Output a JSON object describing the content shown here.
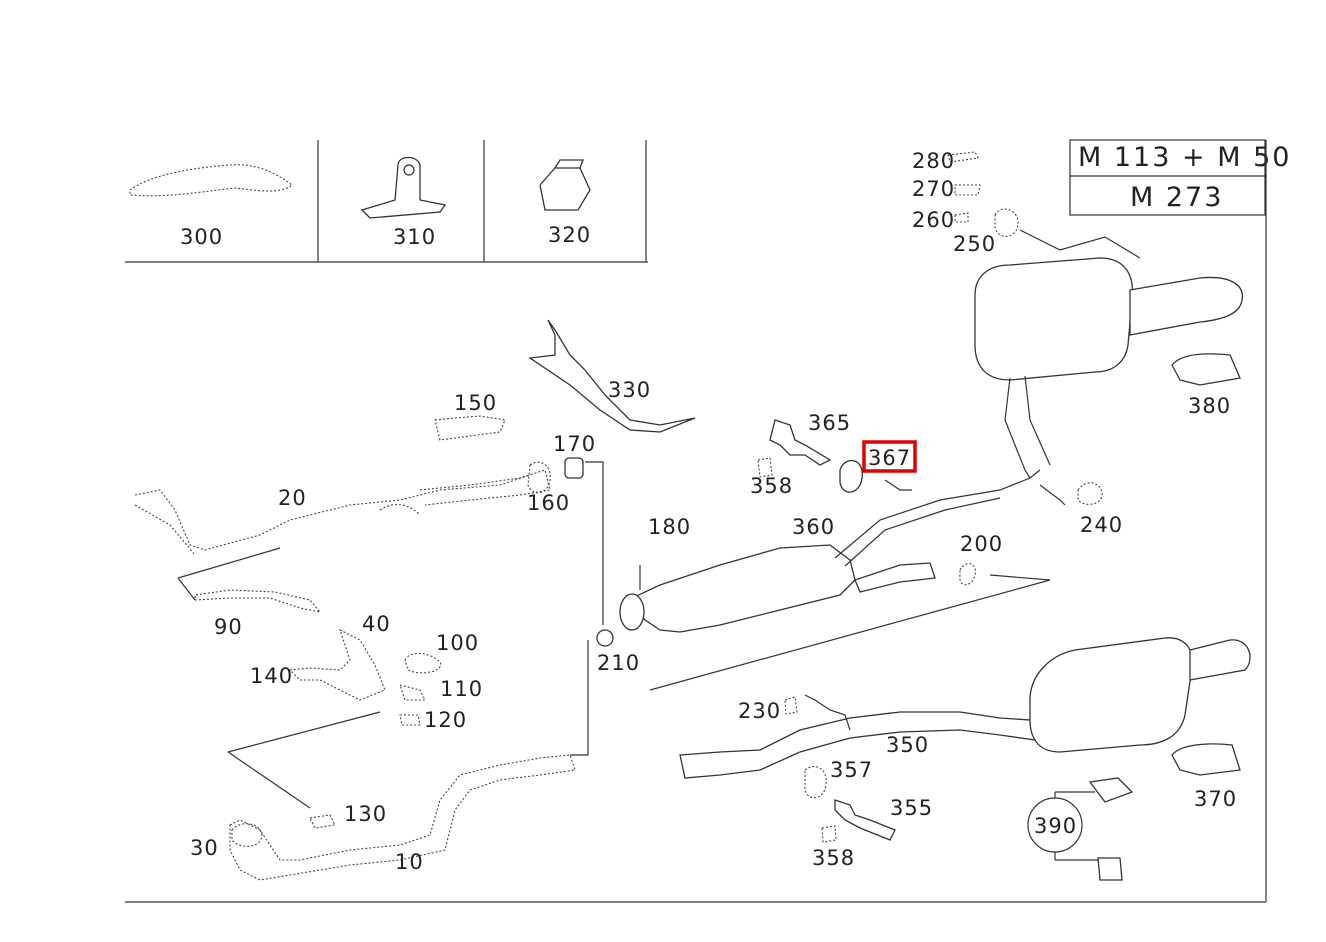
{
  "engines": {
    "line1": "M 113 + M 50",
    "line2": "M 273"
  },
  "inset_parts": [
    "300",
    "310",
    "320"
  ],
  "callouts": {
    "p10": "10",
    "p20": "20",
    "p30": "30",
    "p40": "40",
    "p90": "90",
    "p100": "100",
    "p110": "110",
    "p120": "120",
    "p130": "130",
    "p140": "140",
    "p150": "150",
    "p160": "160",
    "p170": "170",
    "p180": "180",
    "p200": "200",
    "p210": "210",
    "p230": "230",
    "p240": "240",
    "p250": "250",
    "p260": "260",
    "p270": "270",
    "p280": "280",
    "p330": "330",
    "p350": "350",
    "p355": "355",
    "p357": "357",
    "p358a": "358",
    "p358b": "358",
    "p360": "360",
    "p365": "365",
    "p367": "367",
    "p370": "370",
    "p380": "380",
    "p390": "390"
  },
  "highlight": {
    "part": "367",
    "color": "#e00000"
  }
}
